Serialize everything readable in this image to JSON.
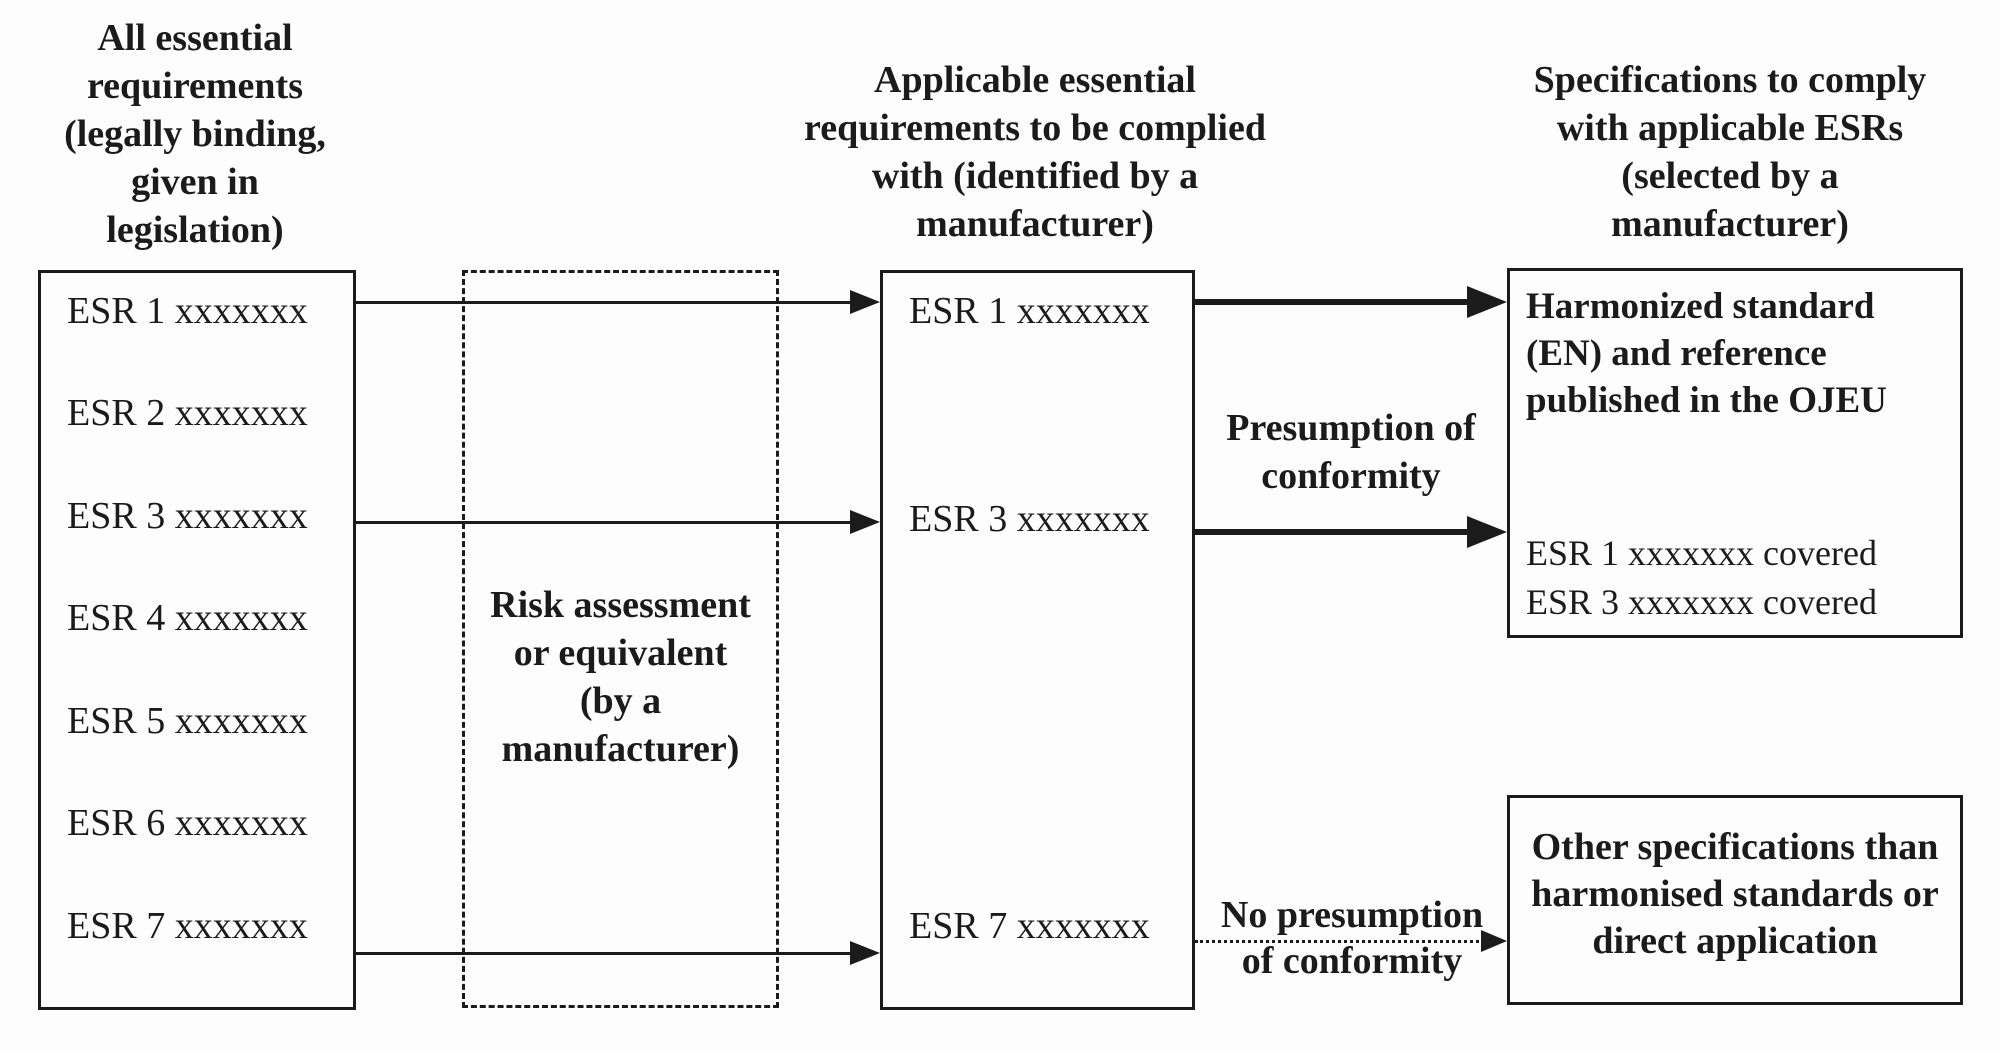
{
  "headers": {
    "left": [
      "All essential",
      "requirements",
      "(legally binding,",
      "given in",
      "legislation)"
    ],
    "middle": [
      "Applicable essential",
      "requirements to be complied",
      "with (identified by a",
      "manufacturer)"
    ],
    "right": [
      "Specifications to comply",
      "with applicable ESRs",
      "(selected by a",
      "manufacturer)"
    ]
  },
  "left_box": {
    "items": [
      "ESR 1 xxxxxxx",
      "ESR 2 xxxxxxx",
      "ESR 3 xxxxxxx",
      "ESR 4 xxxxxxx",
      "ESR 5 xxxxxxx",
      "ESR 6 xxxxxxx",
      "ESR 7 xxxxxxx"
    ]
  },
  "risk_box": {
    "lines": [
      "Risk assessment",
      "or equivalent",
      "(by a",
      "manufacturer)"
    ]
  },
  "middle_box": {
    "items": [
      "ESR 1 xxxxxxx",
      "ESR 3 xxxxxxx",
      "ESR 7 xxxxxxx"
    ]
  },
  "harmonized_box": {
    "title_lines": [
      "Harmonized standard",
      "(EN) and reference",
      "published in the OJEU"
    ],
    "covered_lines": [
      "ESR 1 xxxxxxx covered",
      "ESR 3 xxxxxxx covered"
    ]
  },
  "other_box": {
    "lines": [
      "Other specifications than",
      "harmonised standards or",
      "direct application"
    ]
  },
  "arrow_labels": {
    "presumption": [
      "Presumption of",
      "conformity"
    ],
    "no_presumption": [
      "No presumption",
      "of conformity"
    ]
  },
  "colors": {
    "ink": "#1b1b1b",
    "background": "#fdfdfd"
  }
}
